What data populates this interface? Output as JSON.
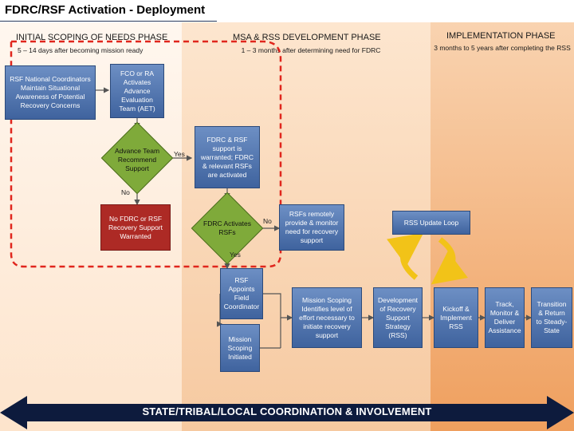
{
  "title": "FDRC/RSF Activation - Deployment",
  "phases": [
    {
      "title": "INITIAL SCOPING OF NEEDS PHASE",
      "sub": "5 – 14 days after becoming mission ready"
    },
    {
      "title": "MSA & RSS DEVELOPMENT PHASE",
      "sub": "1 – 3 months after determining need for FDRC"
    },
    {
      "title": "IMPLEMENTATION PHASE",
      "sub": "3 months to 5 years after completing the RSS"
    }
  ],
  "nodes": {
    "rsf_national": "RSF National Coordinators Maintain Situational Awareness of Potential Recovery Concerns",
    "fco_fa": "FCO or RA Activates Advance Evaluation Team (AET)",
    "advance_team": "Advance Team Recommend Support",
    "fdrc_rsf_warranted": "FDRC & RSF support is warranted; FDRC & relevant RSFs are activated",
    "no_fdrc": "No FDRC or RSF Recovery Support Warranted",
    "fdrc_activates": "FDRC Activates RSFs",
    "rsfs_remotely": "RSFs remotely provide & monitor need for recovery support",
    "rss_update_loop": "RSS Update Loop",
    "rsf_appoints": "RSF Appoints Field Coordinator",
    "mission_scoping_initiated": "Mission Scoping Initiated",
    "mission_scoping_identifies": "Mission Scoping Identifies level of effort necessary to initiate recovery support",
    "development_rss": "Development of Recovery Support Strategy (RSS)",
    "kickoff": "Kickoff & Implement RSS",
    "track_monitor": "Track, Monitor & Deliver Assistance",
    "transition": "Transition & Return to Steady-State"
  },
  "labels": {
    "yes_1": "Yes",
    "no_1": "No",
    "no_2": "No",
    "yes_2": "Yes"
  },
  "banner": "STATE/TRIBAL/LOCAL COORDINATION & INVOLVEMENT",
  "colors": {
    "box_blue": "#4a6fae",
    "box_red": "#ad2a25",
    "diamond_green": "#7faa3a",
    "loop_yellow": "#f2c318",
    "dashed_red": "#e0261d",
    "banner": "#0d1b3d"
  }
}
